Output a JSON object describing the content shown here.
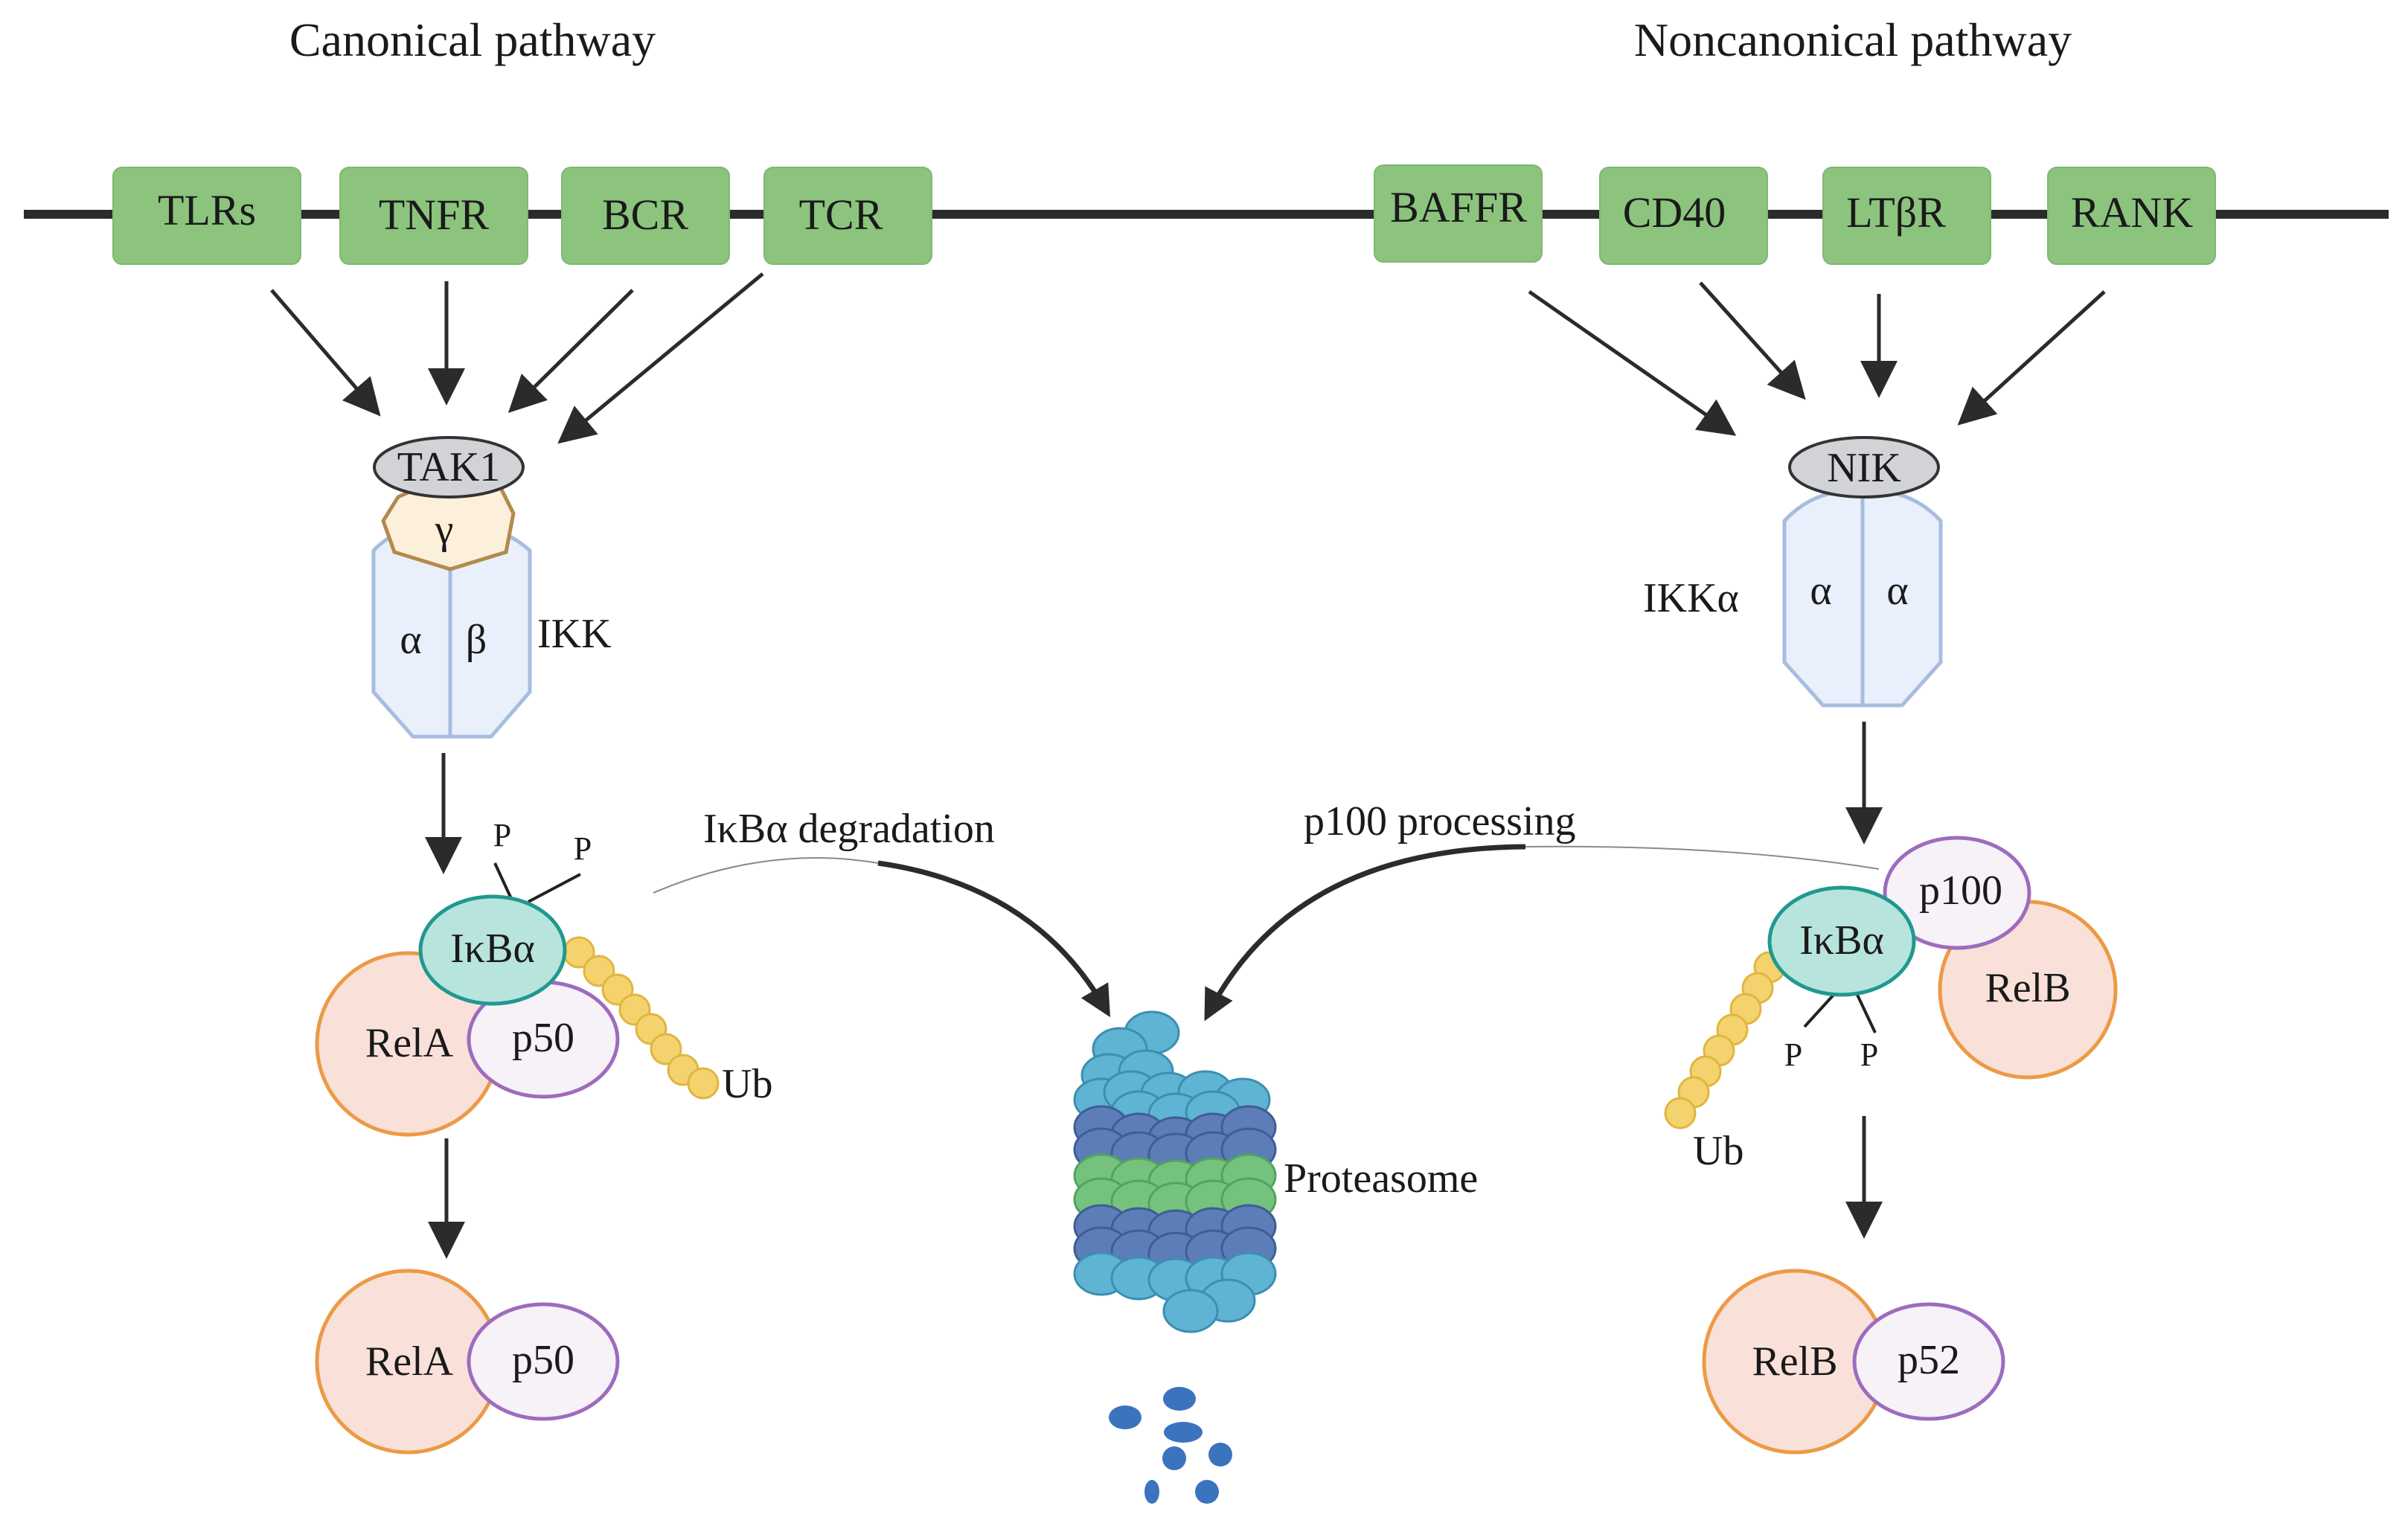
{
  "titles": {
    "canonical": "Canonical pathway",
    "noncanonical": "Noncanonical pathway"
  },
  "receptors": {
    "canonical": [
      "TLRs",
      "TNFR",
      "BCR",
      "TCR"
    ],
    "noncanonical": [
      "BAFFR",
      "CD40",
      "LTβR",
      "RANK"
    ]
  },
  "canonical": {
    "tak1": "TAK1",
    "gamma": "γ",
    "alpha": "α",
    "beta": "β",
    "ikk": "IKK",
    "ikba": "IκBα",
    "p_label": "P",
    "rela": "RelA",
    "p50": "p50",
    "ub": "Ub"
  },
  "noncanonical": {
    "nik": "NIK",
    "alpha": "α",
    "ikka": "IKKα",
    "ikba": "IκBα",
    "p100": "p100",
    "relb": "RelB",
    "p_label": "P",
    "ub": "Ub",
    "p52": "p52"
  },
  "center": {
    "ikba_degradation": "IκBα degradation",
    "p100_processing": "p100 processing",
    "proteasome": "Proteasome"
  },
  "colors": {
    "membrane": "#2b2b2b",
    "receptor": "#8cc47e",
    "ikk_fill": "#e9f0fb",
    "rel_fill": "#f9e1da",
    "ikba_fill": "#b7e4dc",
    "ubiquitin": "#f4d36e",
    "proteasome_light": "#5fb3d3",
    "proteasome_dark": "#5d7db8",
    "proteasome_green": "#74c27e"
  }
}
